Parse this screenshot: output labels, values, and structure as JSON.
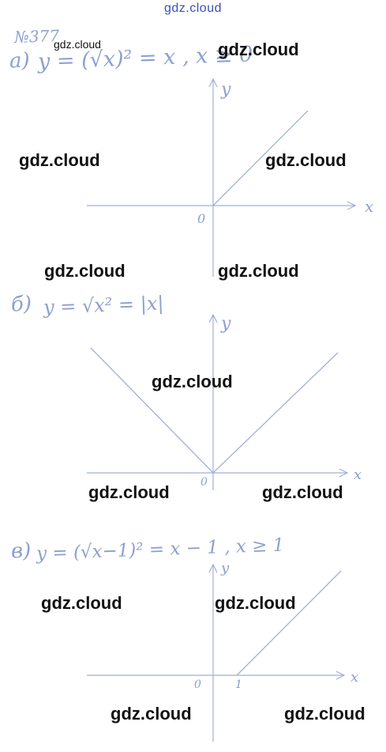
{
  "site_logo": "gdz.cloud",
  "problem_number": "№377",
  "watermark": "gdz.cloud",
  "parts": [
    {
      "label": "а)",
      "equation": "y = (√x)² = x , x ≥ 0",
      "axis_x": "x",
      "axis_y": "y",
      "origin": "0",
      "tick_label": ""
    },
    {
      "label": "б)",
      "equation": "y = √x² = |x|",
      "axis_x": "x",
      "axis_y": "y",
      "origin": "0",
      "tick_label": ""
    },
    {
      "label": "в)",
      "equation": "y = (√x−1)² = x − 1 , x ≥ 1",
      "axis_x": "x",
      "axis_y": "y",
      "origin": "0",
      "tick_label": "1"
    }
  ]
}
